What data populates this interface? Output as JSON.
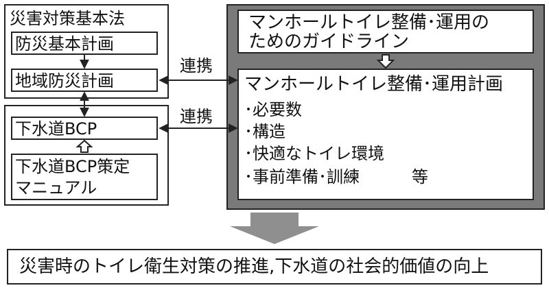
{
  "left": {
    "law_title": "災害対策基本法",
    "plan_national": "防災基本計画",
    "plan_regional": "地域防災計画",
    "bcp": "下水道BCP",
    "manual_line1": "下水道BCP策定",
    "manual_line2": "マニュアル"
  },
  "links": {
    "top": "連携",
    "bottom": "連携"
  },
  "right": {
    "guideline_line1": "マンホールトイレ整備･運用の",
    "guideline_line2": "ためのガイドライン",
    "plan_title": "マンホールトイレ整備･運用計画",
    "items": [
      "･必要数",
      "･構造",
      "･快適なトイレ環境",
      "･事前準備･訓練"
    ],
    "items_suffix": "等"
  },
  "bottom": {
    "goal": "災害時のトイレ衛生対策の推進,下水道の社会的価値の向上"
  },
  "colors": {
    "panel": "#7a7a7a",
    "big_arrow": "#8f8f8f",
    "line": "#222222"
  }
}
